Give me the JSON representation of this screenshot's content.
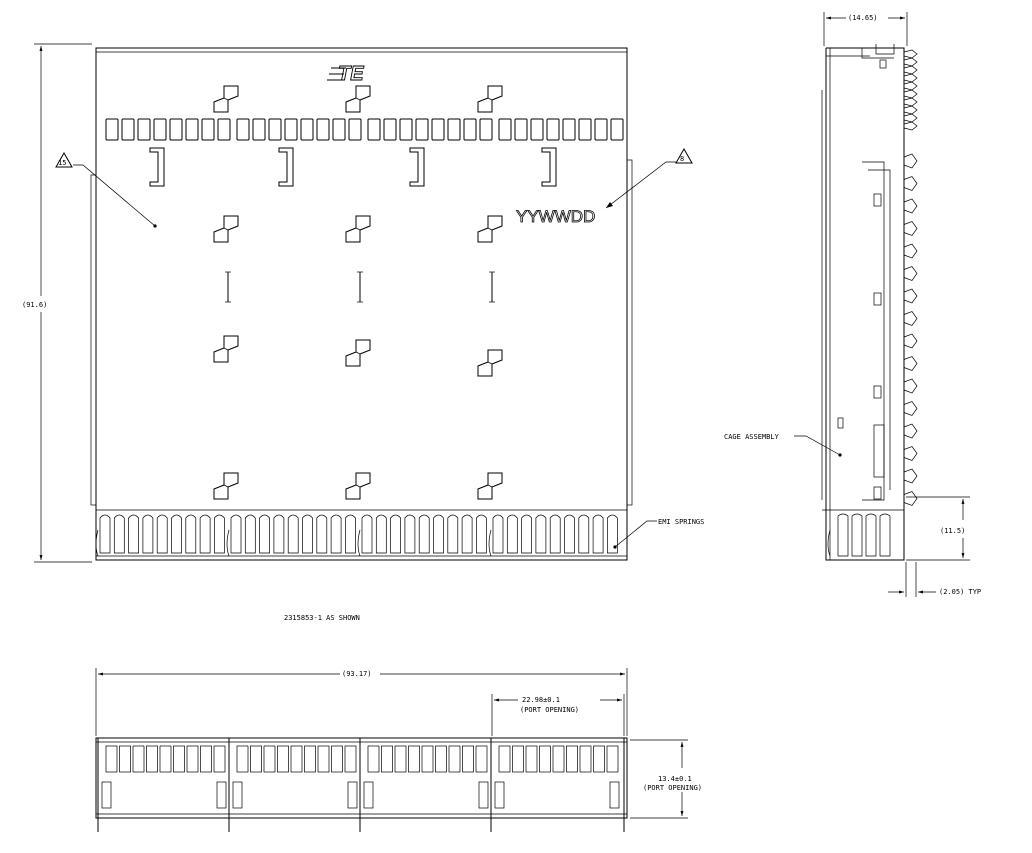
{
  "drawing": {
    "brand_logo": "TE",
    "date_code_marking": "YYWWDD",
    "part_caption": "2315853-1 AS SHOWN",
    "callouts": {
      "note_15": "15",
      "note_8": "8",
      "emi_springs": "EMI SPRINGS",
      "cage_assembly": "CAGE ASSEMBLY"
    },
    "dimensions": {
      "height_front": "(91.6)",
      "depth_side": "(14.65)",
      "pin_height": "(11.5)",
      "pin_offset": "(2.05) TYP",
      "overall_width": "(93.17)",
      "port_width": "22.98±0.1",
      "port_width_note": "(PORT OPENING)",
      "port_height": "13.4±0.1",
      "port_height_note": "(PORT OPENING)"
    }
  }
}
